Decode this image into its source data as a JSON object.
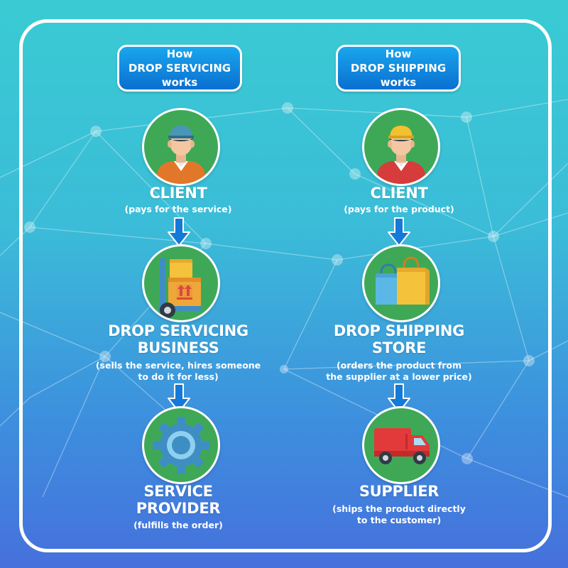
{
  "left": {
    "header": {
      "line1": "How",
      "line2": "DROP SERVICING",
      "line3": "works"
    },
    "steps": [
      {
        "title": [
          "CLIENT"
        ],
        "desc": [
          "(pays for the service)"
        ]
      },
      {
        "title": [
          "DROP SERVICING",
          "BUSINESS"
        ],
        "desc": [
          "(sells the service, hires someone",
          "to do it for less)"
        ]
      },
      {
        "title": [
          "SERVICE",
          "PROVIDER"
        ],
        "desc": [
          "(fulfills the order)"
        ]
      }
    ]
  },
  "right": {
    "header": {
      "line1": "How",
      "line2": "DROP SHIPPING",
      "line3": "works"
    },
    "steps": [
      {
        "title": [
          "CLIENT"
        ],
        "desc": [
          "(pays for the product)"
        ]
      },
      {
        "title": [
          "DROP SHIPPING",
          "STORE"
        ],
        "desc": [
          "(orders the product from",
          "the supplier at a lower price)"
        ]
      },
      {
        "title": [
          "SUPPLIER"
        ],
        "desc": [
          "(ships the product directly",
          "to the customer)"
        ]
      }
    ]
  },
  "icons": {
    "left_client": "person-cap-icon",
    "business": "hand-truck-boxes-icon",
    "provider": "gear-icon",
    "right_client": "person-cap-icon",
    "store": "shopping-bags-icon",
    "supplier": "delivery-truck-icon"
  },
  "colors": {
    "circle_green": "#3fa857",
    "arrow_blue": "#1479d8",
    "pill_blue": "#0a6fd0"
  }
}
